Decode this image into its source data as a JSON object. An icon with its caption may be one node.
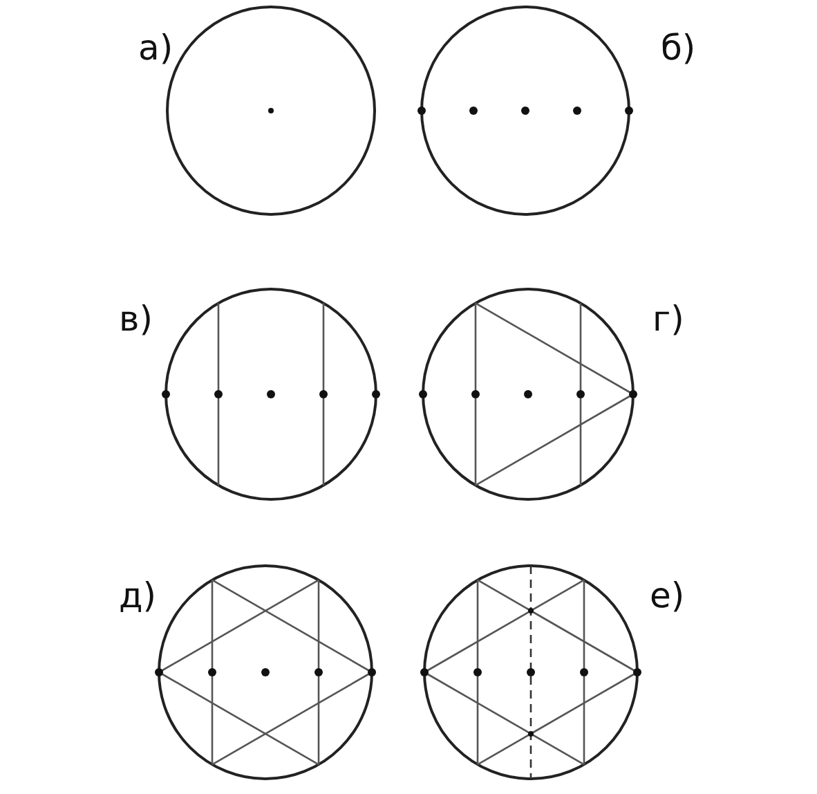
{
  "diagram": {
    "labels": [
      "а)",
      "б)",
      "в)",
      "г)",
      "д)",
      "е)"
    ]
  }
}
